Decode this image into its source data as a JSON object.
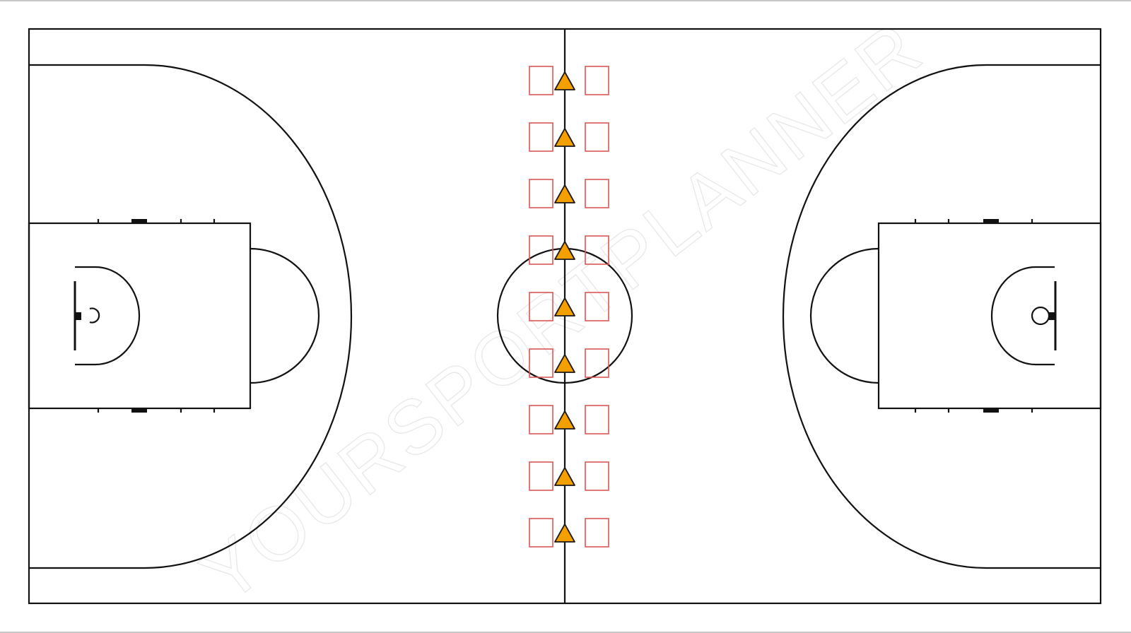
{
  "watermark": {
    "text": "YOURSPORTPLANNER"
  },
  "colors": {
    "background": "#ffffff",
    "court_lines": "#111111",
    "cone_fill": "#f5a000",
    "cone_stroke": "#1a1a1a",
    "marker_square": "#e05555",
    "watermark": "#e6e6e6"
  },
  "icons": {
    "cone": "cone-icon",
    "square": "square-marker-icon"
  },
  "drill": {
    "cone_count": 9,
    "left_square_count": 9,
    "right_square_count": 9
  }
}
